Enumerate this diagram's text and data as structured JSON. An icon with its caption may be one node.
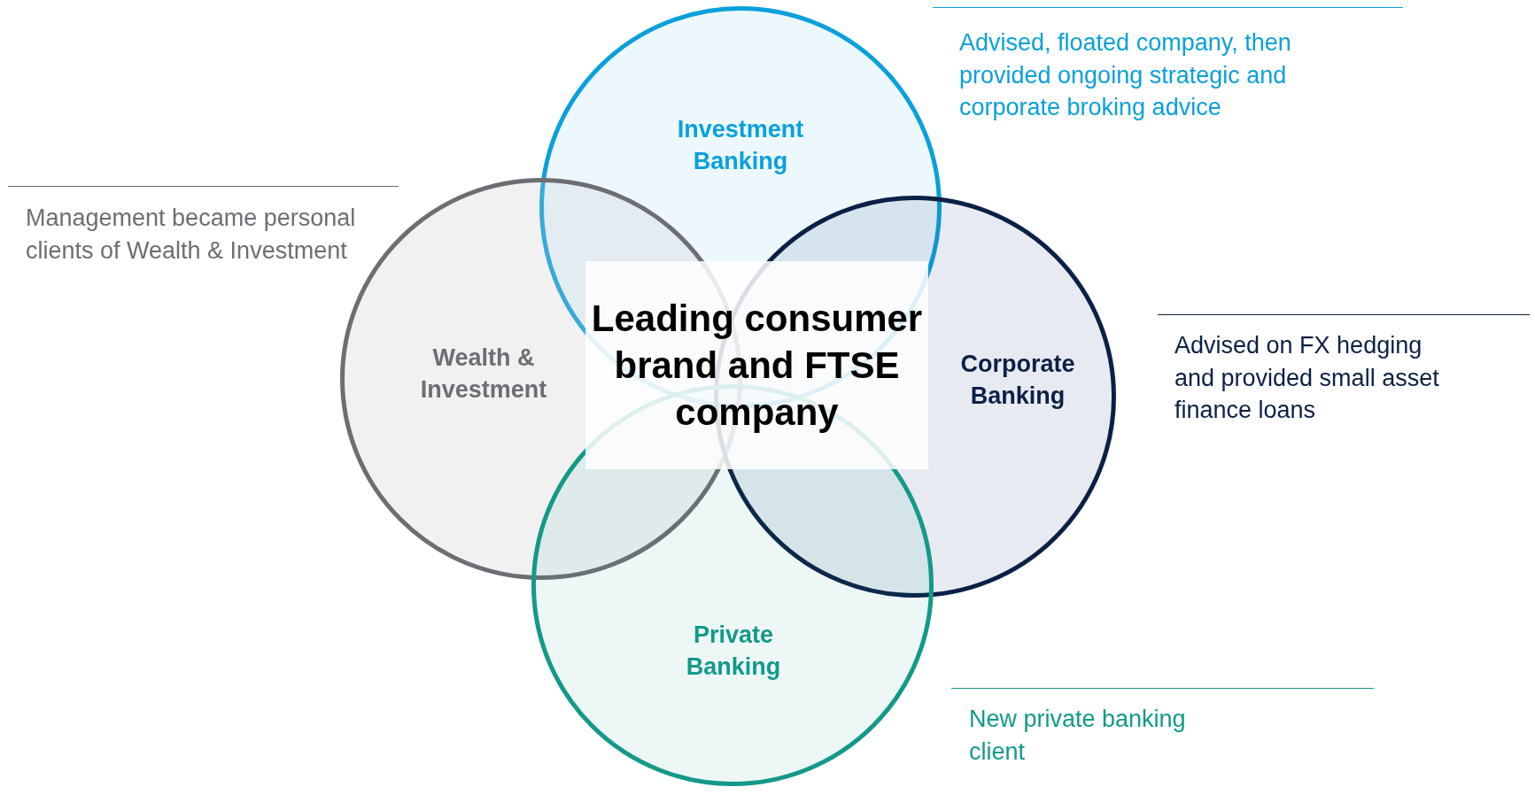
{
  "diagram": {
    "nodes": [
      {
        "text": [
          "Investment Banking"
        ],
        "beside": [
          "Advised, floated company, then provided ongoing strategic and corporate broking advice"
        ]
      },
      {
        "text": [
          "Wealth & Investment"
        ],
        "beside": [
          "Management became personal clients of Wealth & Investment"
        ]
      },
      {
        "text": [
          "Leading consumer brand and FTSE company"
        ]
      },
      {
        "text": [
          "Corporate Banking"
        ],
        "beside": [
          "Advised on FX hedging and provided small asset finance loans"
        ]
      },
      {
        "text": [
          "Private Banking"
        ],
        "beside": [
          "New private banking client"
        ]
      }
    ]
  }
}
